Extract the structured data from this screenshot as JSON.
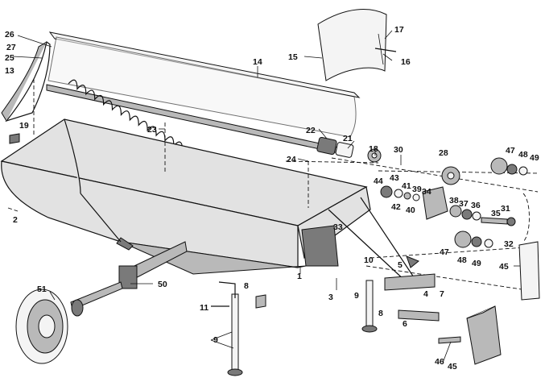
{
  "diagram": {
    "callouts": [
      "1",
      "2",
      "3",
      "4",
      "5",
      "6",
      "7",
      "8",
      "8",
      "9",
      "9",
      "10",
      "11",
      "13",
      "14",
      "15",
      "16",
      "17",
      "18",
      "19",
      "21",
      "22",
      "23",
      "24",
      "25",
      "26",
      "27",
      "28",
      "30",
      "31",
      "32",
      "33",
      "34",
      "35",
      "36",
      "37",
      "38",
      "39",
      "40",
      "41",
      "42",
      "43",
      "44",
      "45",
      "45",
      "46",
      "47",
      "47",
      "48",
      "48",
      "49",
      "49",
      "50",
      "51"
    ]
  },
  "colors": {
    "line": "#111111",
    "body_fill": "#e2e2e2",
    "dark_fill": "#7a7a7a",
    "background": "#ffffff"
  }
}
